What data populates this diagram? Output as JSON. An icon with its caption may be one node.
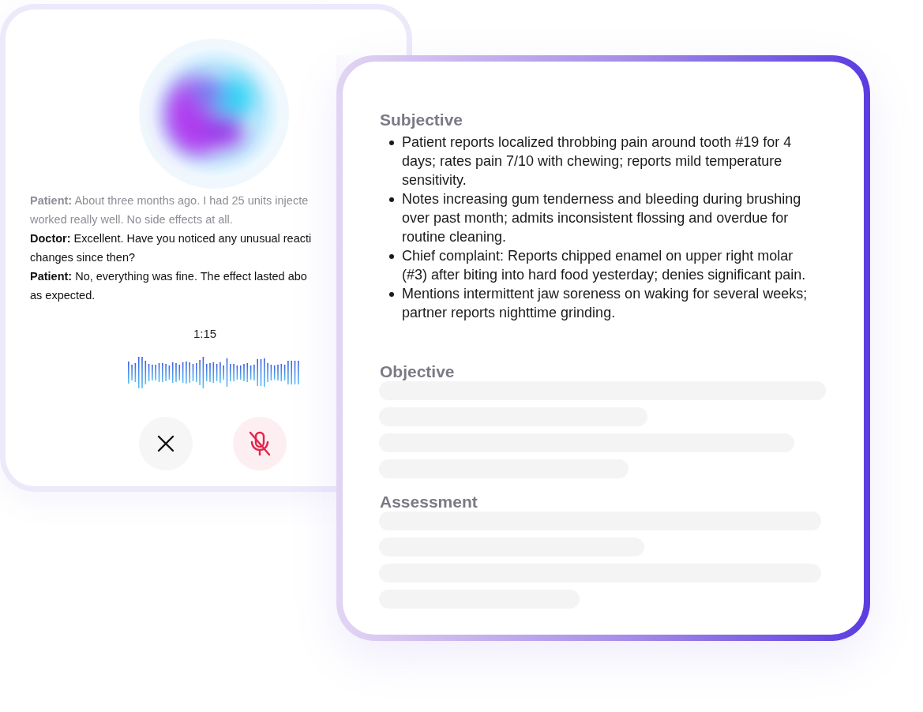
{
  "diagram": {
    "nodes": [
      {
        "text": [
          "**Patient:** About three months ago. I had 25 units injecte worked really well. No side effects at all.",
          "**Doctor:** Excellent. Have you noticed any unusual reacti changes since then?",
          "**Patient:** No, everything was fine. The effect lasted abo as expected.",
          "1:15"
        ]
      },
      {
        "text": [
          "Subjective",
          "Patient reports localized throbbing pain around tooth #19 for 4 days; rates pain 7/10 with chewing; reports mild temperature sensitivity.",
          "Notes increasing gum tenderness and bleeding during brushing over past month; admits inconsistent flossing and overdue for routine cleaning.",
          "Chief complaint: Reports chipped enamel on upper right molar (#3) after biting into hard food yesterday; denies significant pain.",
          "Mentions intermittent jaw soreness on waking for several weeks; partner reports nighttime grinding.",
          "Objective",
          "Assessment"
        ]
      }
    ]
  }
}
